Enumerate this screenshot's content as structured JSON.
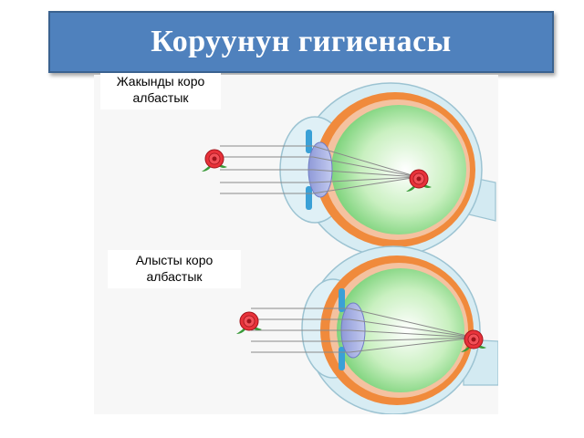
{
  "title": "Коруунун гигиенасы",
  "diagram": {
    "panels": [
      {
        "label": "Жакынды коро албастык",
        "label_lines": [
          "Жакынды коро",
          "албастык"
        ]
      },
      {
        "label": "Алысты коро албастык",
        "label_lines": [
          "Алысты коро",
          "албастык"
        ]
      }
    ],
    "colors": {
      "title_bg": "#4f81bd",
      "eye_interior": "#7cd67c",
      "sclera": "#f08a3c",
      "cornea": "#cfe6ee",
      "lens": "#a9b4e6",
      "iris": "#3aa0d6",
      "flower": "#e8323a",
      "leaf": "#3a9b3a"
    },
    "icons": [
      "rose-icon",
      "eyeball-icon"
    ]
  }
}
